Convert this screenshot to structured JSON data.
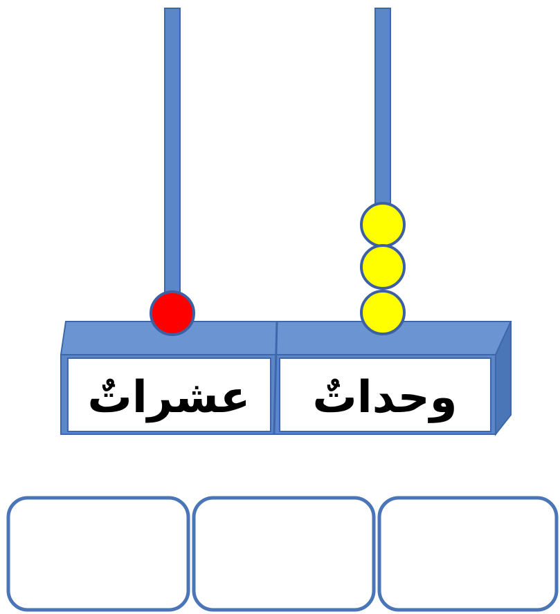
{
  "columns": [
    {
      "label": "عشراتٌ",
      "beads": 1,
      "bead_color": "#ff0000"
    },
    {
      "label": "وحداتٌ",
      "beads": 3,
      "bead_color": "#ffff00"
    }
  ],
  "answer_boxes": [
    {
      "value": ""
    },
    {
      "value": ""
    },
    {
      "value": ""
    }
  ],
  "colors": {
    "rod": "#5b87c8",
    "rod_outline": "#3d67a8",
    "base_top": "#6a95d2",
    "base_side": "#4a76b8",
    "bead_outline": "#3d5fa3",
    "box_outline": "#4a76b8"
  }
}
